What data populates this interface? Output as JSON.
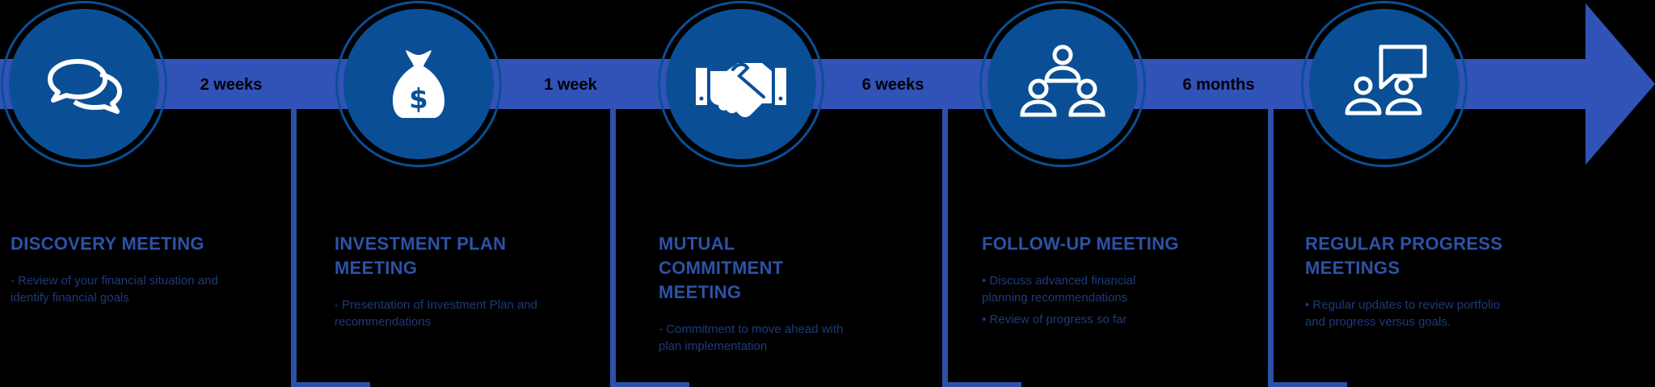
{
  "colors": {
    "background": "#000000",
    "band": "#3152b7",
    "circle": "#0a4f96",
    "title_text": "#2d52a8",
    "body_text": "#1e3a7a",
    "icon": "#ffffff"
  },
  "durations": [
    "2 weeks",
    "1 week",
    "6 weeks",
    "6 months"
  ],
  "steps": [
    {
      "icon": "chat-bubbles-icon",
      "title_lines": [
        "DISCOVERY MEETING"
      ],
      "bullets": [
        "- Review of your financial situation and identify financial goals"
      ]
    },
    {
      "icon": "money-bag-icon",
      "title_lines": [
        "INVESTMENT PLAN",
        "MEETING"
      ],
      "bullets": [
        "- Presentation of Investment Plan and recommendations"
      ]
    },
    {
      "icon": "handshake-icon",
      "title_lines": [
        "MUTUAL",
        "COMMITMENT",
        "MEETING"
      ],
      "bullets": [
        "- Commitment to move ahead with plan implementation"
      ]
    },
    {
      "icon": "group-icon",
      "title_lines": [
        "FOLLOW-UP MEETING"
      ],
      "bullets": [
        "• Discuss advanced financial planning recommendations",
        "• Review of progress so far"
      ]
    },
    {
      "icon": "presentation-icon",
      "title_lines": [
        "REGULAR PROGRESS",
        "MEETINGS"
      ],
      "bullets": [
        "• Regular updates to review portfolio and progress versus goals."
      ]
    }
  ]
}
